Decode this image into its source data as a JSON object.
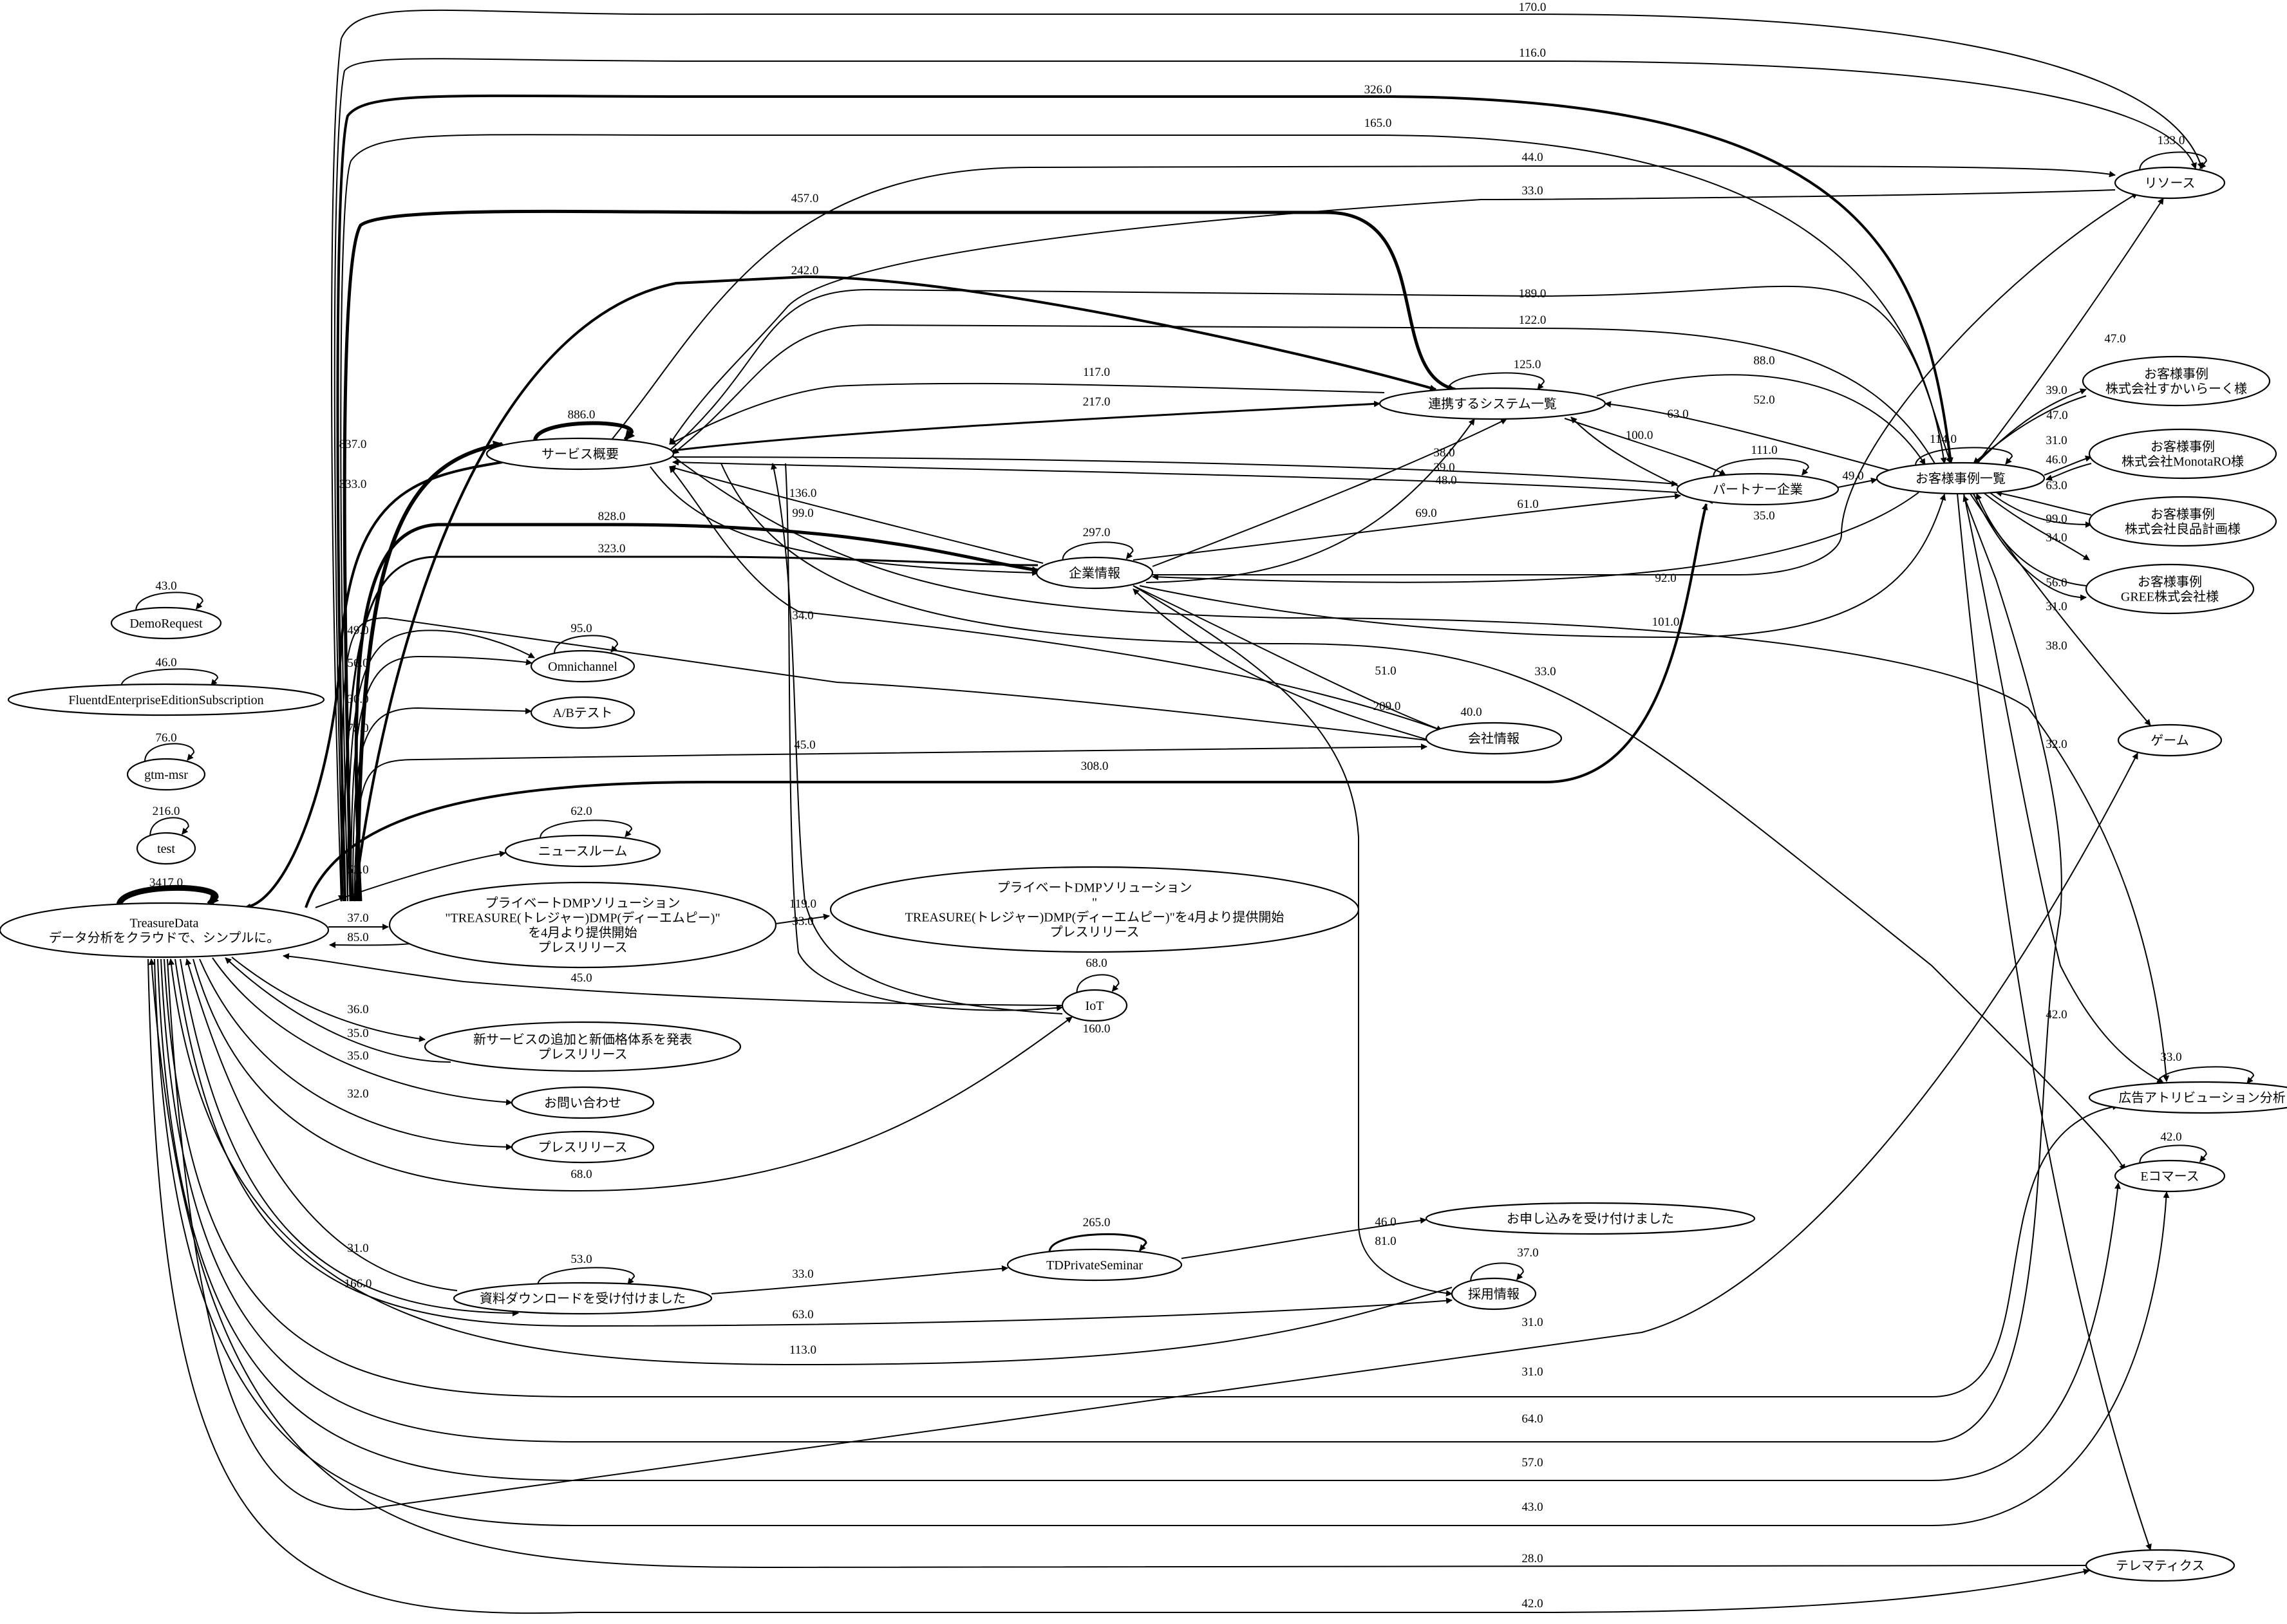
{
  "nodes": [
    {
      "id": "home",
      "lines": [
        "TreasureData",
        "データ分析をクラウドで、シンプルに。"
      ]
    },
    {
      "id": "service",
      "lines": [
        "サービス概要"
      ]
    },
    {
      "id": "kigyo",
      "lines": [
        "企業情報"
      ]
    },
    {
      "id": "renkei",
      "lines": [
        "連携するシステム一覧"
      ]
    },
    {
      "id": "partner",
      "lines": [
        "パートナー企業"
      ]
    },
    {
      "id": "jirei",
      "lines": [
        "お客様事例一覧"
      ]
    },
    {
      "id": "resource",
      "lines": [
        "リソース"
      ]
    },
    {
      "id": "jirei_sukai",
      "lines": [
        "お客様事例",
        "株式会社すかいらーく様"
      ]
    },
    {
      "id": "jirei_monotaro",
      "lines": [
        "お客様事例",
        "株式会社MonotaRO様"
      ]
    },
    {
      "id": "jirei_ryohin",
      "lines": [
        "お客様事例",
        "株式会社良品計画様"
      ]
    },
    {
      "id": "jirei_gree",
      "lines": [
        "お客様事例",
        "GREE株式会社様"
      ]
    },
    {
      "id": "game",
      "lines": [
        "ゲーム"
      ]
    },
    {
      "id": "kokoku",
      "lines": [
        "広告アトリビューション分析"
      ]
    },
    {
      "id": "ecommerce",
      "lines": [
        "Eコマース"
      ]
    },
    {
      "id": "telematics",
      "lines": [
        "テレマティクス"
      ]
    },
    {
      "id": "kaisha",
      "lines": [
        "会社情報"
      ]
    },
    {
      "id": "omni",
      "lines": [
        "Omnichannel"
      ]
    },
    {
      "id": "abtest",
      "lines": [
        "A/Bテスト"
      ]
    },
    {
      "id": "demo",
      "lines": [
        "DemoRequest"
      ]
    },
    {
      "id": "fluentd",
      "lines": [
        "FluentdEnterpriseEditionSubscription"
      ]
    },
    {
      "id": "gtm",
      "lines": [
        "gtm-msr"
      ]
    },
    {
      "id": "test",
      "lines": [
        "test"
      ]
    },
    {
      "id": "news",
      "lines": [
        "ニュースルーム"
      ]
    },
    {
      "id": "dmp1",
      "lines": [
        "プライベートDMPソリューション",
        "\"TREASURE(トレジャー)DMP(ディーエムピー)\"",
        "を4月より提供開始",
        "プレスリリース"
      ]
    },
    {
      "id": "dmp2",
      "lines": [
        "プライベートDMPソリューション",
        "\"",
        "TREASURE(トレジャー)DMP(ディーエムピー)\"を4月より提供開始",
        "プレスリリース"
      ]
    },
    {
      "id": "iot",
      "lines": [
        "IoT"
      ]
    },
    {
      "id": "newsvc",
      "lines": [
        "新サービスの追加と新価格体系を発表",
        "プレスリリース"
      ]
    },
    {
      "id": "contact",
      "lines": [
        "お問い合わせ"
      ]
    },
    {
      "id": "press",
      "lines": [
        "プレスリリース"
      ]
    },
    {
      "id": "shiryo",
      "lines": [
        "資料ダウンロードを受け付けました"
      ]
    },
    {
      "id": "seminar",
      "lines": [
        "TDPrivateSeminar"
      ]
    },
    {
      "id": "moshikomi",
      "lines": [
        "お申し込みを受け付けました"
      ]
    },
    {
      "id": "saiyo",
      "lines": [
        "採用情報"
      ]
    }
  ],
  "edges": [
    {
      "id": "e_home_self",
      "label": "3417.0"
    },
    {
      "id": "e_home_resource_170",
      "label": "170.0"
    },
    {
      "id": "e_home_resource_116",
      "label": "116.0"
    },
    {
      "id": "e_home_jirei_326",
      "label": "326.0"
    },
    {
      "id": "e_home_jirei_165",
      "label": "165.0"
    },
    {
      "id": "e_home_renkei_457",
      "label": "457.0"
    },
    {
      "id": "e_home_renkei_242",
      "label": "242.0"
    },
    {
      "id": "e_home_service_837",
      "label": "837.0"
    },
    {
      "id": "e_service_home_333",
      "label": "333.0"
    },
    {
      "id": "e_home_kigyo_828",
      "label": "828.0"
    },
    {
      "id": "e_kigyo_home_323",
      "label": "323.0"
    },
    {
      "id": "e_home_omni_49",
      "label": "49.0"
    },
    {
      "id": "e_home_omni_56",
      "label": "56.0"
    },
    {
      "id": "e_home_abtest_30",
      "label": "30.0"
    },
    {
      "id": "e_home_kaisha_75",
      "label": "75.0"
    },
    {
      "id": "e_kaisha_home_45",
      "label": "45.0"
    },
    {
      "id": "e_home_partner_308",
      "label": "308.0"
    },
    {
      "id": "e_home_news_52",
      "label": "52.0"
    },
    {
      "id": "e_home_dmp1_37",
      "label": "37.0"
    },
    {
      "id": "e_dmp1_home_85",
      "label": "85.0"
    },
    {
      "id": "e_dmp1_dmp2_119",
      "label": "119.0"
    },
    {
      "id": "e_iot_home_45",
      "label": "45.0"
    },
    {
      "id": "e_home_newsvc_36",
      "label": "36.0"
    },
    {
      "id": "e_newsvc_home_35",
      "label": "35.0"
    },
    {
      "id": "e_home_contact_35",
      "label": "35.0"
    },
    {
      "id": "e_home_press_32",
      "label": "32.0"
    },
    {
      "id": "e_home_iot_68",
      "label": "68.0"
    },
    {
      "id": "e_shiryo_home_31",
      "label": "31.0"
    },
    {
      "id": "e_home_shiryo_166",
      "label": "166.0"
    },
    {
      "id": "e_home_saiyo_63",
      "label": "63.0"
    },
    {
      "id": "e_saiyo_home_113",
      "label": "113.0"
    },
    {
      "id": "e_home_game_31",
      "label": "31.0"
    },
    {
      "id": "e_home_kokoku_31",
      "label": "31.0"
    },
    {
      "id": "e_home_kokoku_64",
      "label": "64.0"
    },
    {
      "id": "e_home_ecommerce_57",
      "label": "57.0"
    },
    {
      "id": "e_home_ecommerce_43",
      "label": "43.0"
    },
    {
      "id": "e_telematics_home_28",
      "label": "28.0"
    },
    {
      "id": "e_home_telematics_42",
      "label": "42.0"
    },
    {
      "id": "e_demo_self",
      "label": "43.0"
    },
    {
      "id": "e_fluentd_self",
      "label": "46.0"
    },
    {
      "id": "e_gtm_self",
      "label": "76.0"
    },
    {
      "id": "e_test_self",
      "label": "216.0"
    },
    {
      "id": "e_service_self",
      "label": "886.0"
    },
    {
      "id": "e_service_resource_44",
      "label": "44.0"
    },
    {
      "id": "e_resource_service_33",
      "label": "33.0"
    },
    {
      "id": "e_service_jirei_189",
      "label": "189.0"
    },
    {
      "id": "e_jirei_service_122",
      "label": "122.0"
    },
    {
      "id": "e_renkei_service_117",
      "label": "117.0"
    },
    {
      "id": "e_service_renkei_217",
      "label": "217.0"
    },
    {
      "id": "e_service_partner_38",
      "label": "38.0"
    },
    {
      "id": "e_partner_service_39",
      "label": "39.0"
    },
    {
      "id": "e_kigyo_service_136",
      "label": "136.0"
    },
    {
      "id": "e_service_kigyo_99",
      "label": "99.0"
    },
    {
      "id": "e_service_iot_160",
      "label": "160.0"
    },
    {
      "id": "e_iot_service_33",
      "label": "33.0"
    },
    {
      "id": "e_omni_self",
      "label": "95.0"
    },
    {
      "id": "e_service_ecommerce_40",
      "label": "40.0"
    },
    {
      "id": "e_service_kokoku_33",
      "label": "33.0"
    },
    {
      "id": "e_kaisha_service_34",
      "label": "34.0"
    },
    {
      "id": "e_renkei_self",
      "label": "125.0"
    },
    {
      "id": "e_renkei_jirei_88",
      "label": "88.0"
    },
    {
      "id": "e_jirei_renkei_52",
      "label": "52.0"
    },
    {
      "id": "e_renkei_partner_63",
      "label": "63.0"
    },
    {
      "id": "e_partner_renkei_100",
      "label": "100.0"
    },
    {
      "id": "e_kigyo_renkei_48",
      "label": "48.0"
    },
    {
      "id": "e_kigyo_renkei_69",
      "label": "69.0"
    },
    {
      "id": "e_partner_self",
      "label": "111.0"
    },
    {
      "id": "e_partner_jirei_49",
      "label": "49.0"
    },
    {
      "id": "e_jirei_self",
      "label": "114.0"
    },
    {
      "id": "e_kigyo_resource_35",
      "label": "35.0"
    },
    {
      "id": "e_kigyo_partner_61",
      "label": "61.0"
    },
    {
      "id": "e_kigyo_self",
      "label": "297.0"
    },
    {
      "id": "e_jirei_kigyo_92",
      "label": "92.0"
    },
    {
      "id": "e_kigyo_jirei_101",
      "label": "101.0"
    },
    {
      "id": "e_kigyo_kaisha_51",
      "label": "51.0"
    },
    {
      "id": "e_kaisha_kigyo_209",
      "label": "209.0"
    },
    {
      "id": "e_kigyo_saiyo_81",
      "label": "81.0"
    },
    {
      "id": "e_resource_self",
      "label": "133.0"
    },
    {
      "id": "e_jirei_resource_47",
      "label": "47.0"
    },
    {
      "id": "e_jirei_sukai_39",
      "label": "39.0"
    },
    {
      "id": "e_sukai_jirei_47",
      "label": "47.0"
    },
    {
      "id": "e_jirei_monotaro_31",
      "label": "31.0"
    },
    {
      "id": "e_monotaro_jirei_46",
      "label": "46.0"
    },
    {
      "id": "e_ryohin_jirei_63",
      "label": "63.0"
    },
    {
      "id": "e_jirei_ryohin_99",
      "label": "99.0"
    },
    {
      "id": "e_jirei_gree_34",
      "label": "34.0"
    },
    {
      "id": "e_gree_jirei_56",
      "label": "56.0"
    },
    {
      "id": "e_jirei_gree_31",
      "label": "31.0"
    },
    {
      "id": "e_jirei_game_38",
      "label": "38.0"
    },
    {
      "id": "e_jirei_kokoku_32",
      "label": "32.0"
    },
    {
      "id": "e_jirei_telematics_42",
      "label": "42.0"
    },
    {
      "id": "e_kokoku_self",
      "label": "33.0"
    },
    {
      "id": "e_ecommerce_self",
      "label": "42.0"
    },
    {
      "id": "e_news_self",
      "label": "62.0"
    },
    {
      "id": "e_iot_self",
      "label": "68.0"
    },
    {
      "id": "e_shiryo_self",
      "label": "53.0"
    },
    {
      "id": "e_shiryo_seminar_33",
      "label": "33.0"
    },
    {
      "id": "e_seminar_self",
      "label": "265.0"
    },
    {
      "id": "e_seminar_moshikomi_46",
      "label": "46.0"
    },
    {
      "id": "e_saiyo_self",
      "label": "37.0"
    }
  ]
}
